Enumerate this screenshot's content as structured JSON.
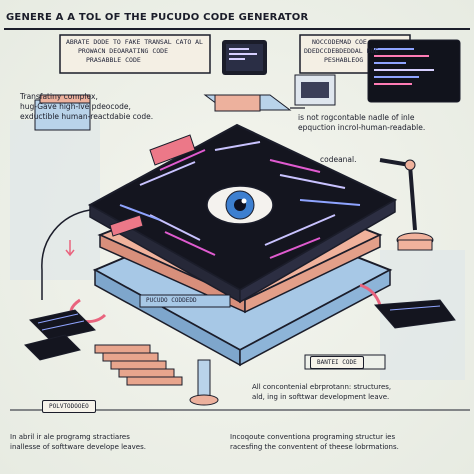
{
  "header": {
    "title": "GENERE A A TOL OF THE PUCUDO CODE GENERATOR"
  },
  "top_left_card": {
    "lines": [
      "ABRATE DODE TO FAKE TRANSAL CATO AL",
      "PROWACN DEOARATING CODE",
      "PRASABBLE CODE"
    ]
  },
  "top_right_card": {
    "lines": [
      "NOCCODEMAD COE",
      "DDEDCCDEBDEDDAL BOE",
      "PESHABLEOG"
    ]
  },
  "left_note": {
    "lines": [
      "Transfatiny complex,",
      "hug-Gave high-lve pdeocode,",
      "exductible human-reactdabie code."
    ]
  },
  "right_note": {
    "lines": [
      "is not rogcontable nadle of inle",
      "epquction incrol-human-readable."
    ]
  },
  "codename_label": "codeanal.",
  "eye_alt": "eye-icon",
  "stack_label": "PUCUDO CODDEDD",
  "left_badge": "POLVTODOOEO",
  "right_badge": "BANTEI CODE",
  "bottom_right_text": {
    "lines": [
      "All concontenial ebrprotann:  structures,",
      "ald, ing in softtwar development leave."
    ]
  },
  "bottom_left_text": {
    "lines": [
      "In abril  ir ale programg stractiares",
      "inallesse of softtware develope leaves."
    ]
  },
  "bottom_center_text": {
    "lines": [
      "Incoqoute conventiona programing structur ies",
      "racesfing the conventent of theese lobrmations."
    ]
  },
  "colors": {
    "ink": "#1b1d2a",
    "screen": "#12131c",
    "pink": "#e9647e",
    "blue": "#9fc3e2",
    "salmon": "#eda890",
    "accent": "#c94cc0"
  }
}
